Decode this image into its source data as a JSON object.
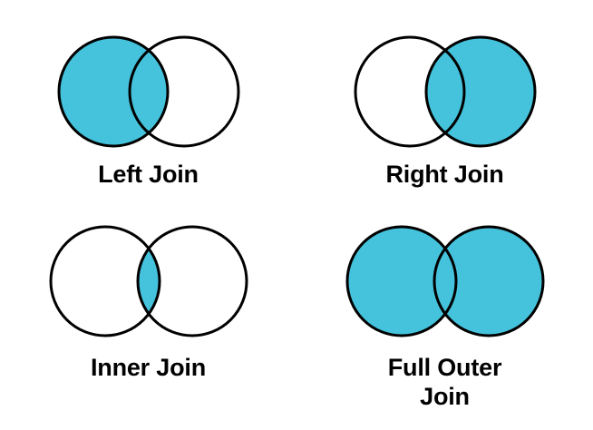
{
  "diagram": {
    "title_semantic": "sql-join-venn-diagrams",
    "background_color": "#ffffff",
    "fill_color": "#45c3dc",
    "empty_color": "#ffffff",
    "stroke_color": "#000000",
    "text_color": "#000000",
    "layout": "2x2 grid of two-circle Venn diagrams",
    "cells": [
      {
        "id": "left-join",
        "label": "Left Join",
        "position": "top-left",
        "left_circle_filled": true,
        "right_circle_filled": false,
        "intersection_filled": true,
        "description": "Left circle including the overlap is shaded"
      },
      {
        "id": "right-join",
        "label": "Right Join",
        "position": "top-right",
        "left_circle_filled": false,
        "right_circle_filled": true,
        "intersection_filled": true,
        "description": "Right circle including the overlap is shaded"
      },
      {
        "id": "inner-join",
        "label": "Inner Join",
        "position": "bottom-left",
        "left_circle_filled": false,
        "right_circle_filled": false,
        "intersection_filled": true,
        "description": "Only the lens-shaped intersection is shaded"
      },
      {
        "id": "full-outer-join",
        "label": "Full Outer\nJoin",
        "position": "bottom-right",
        "left_circle_filled": true,
        "right_circle_filled": true,
        "intersection_filled": true,
        "description": "Both circles entirely shaded"
      }
    ]
  }
}
